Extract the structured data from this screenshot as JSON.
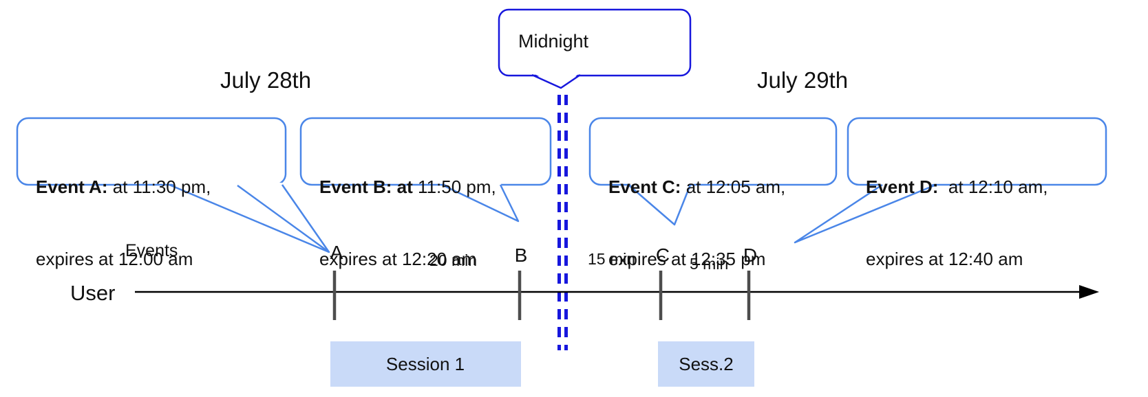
{
  "dates": {
    "left": "July 28th",
    "right": "July 29th"
  },
  "midnight_label": "Midnight",
  "axis": {
    "events_label": "Events",
    "user_label": "User"
  },
  "events": [
    {
      "id": "A",
      "bold": "Event A:",
      "rest": " at 11:30 pm,",
      "line2": "expires at 12:00 am"
    },
    {
      "id": "B",
      "bold": "Event B: at",
      "rest": " 11:50 pm,",
      "line2": "expires at 12:20 am"
    },
    {
      "id": "C",
      "bold": "Event C:",
      "rest": " at 12:05 am,",
      "line2": "expires at 12:35 pm"
    },
    {
      "id": "D",
      "bold": "Event D:",
      "rest": "  at 12:10 am,",
      "line2": "expires at 12:40 am"
    }
  ],
  "intervals": [
    "20 min",
    "15 min",
    "5 min"
  ],
  "sessions": [
    {
      "label": "Session 1"
    },
    {
      "label": "Sess.2"
    }
  ],
  "colors": {
    "event_bubble_border": "#4a86e8",
    "midnight_blue": "#1717dd",
    "session_fill": "#c9daf8",
    "tick_gray": "#4d4d4d",
    "axis_black": "#000000"
  }
}
